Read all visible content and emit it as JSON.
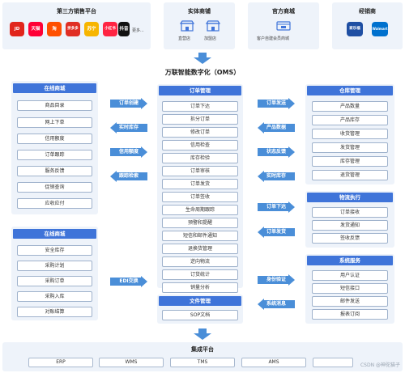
{
  "top": {
    "third_party": {
      "title": "第三方销售平台",
      "logos": [
        "JD",
        "天猫",
        "淘",
        "拼多多",
        "苏宁",
        "小红书",
        "抖音"
      ],
      "more": "更多..."
    },
    "physical": {
      "title": "实体商铺",
      "items": [
        "直营店",
        "加盟店"
      ]
    },
    "official": {
      "title": "官方商城",
      "items": [
        "客户自建会员商城"
      ]
    },
    "distributor": {
      "title": "经销商",
      "logos": [
        "家乐福",
        "Walmart"
      ]
    }
  },
  "oms_title": "万联智能数字化（OMS）",
  "left": {
    "mall": {
      "title": "在线商城",
      "items": [
        "商品目录",
        "网上下单",
        "信用额度",
        "订单跟踪",
        "服务反馈",
        "促销查询",
        "应收应付"
      ]
    },
    "purchase": {
      "title": "在线商城",
      "items": [
        "安全库存",
        "采购计划",
        "采购订单",
        "采购入库",
        "对账结算"
      ]
    }
  },
  "center": {
    "orders": {
      "title": "订单管理",
      "items": [
        "订单下达",
        "拆分订单",
        "修改订单",
        "信用检查",
        "库存检验",
        "订单审核",
        "订单发货",
        "订单签收",
        "生命周期跟踪",
        "预警和提醒",
        "短信和邮件通知",
        "退换货管理",
        "逆向物流",
        "订货统计",
        "销量分析"
      ]
    },
    "docs": {
      "title": "文件管理",
      "items": [
        "SOP文档"
      ]
    }
  },
  "right": {
    "warehouse": {
      "title": "仓库管理",
      "items": [
        "产品数量",
        "产品库存",
        "收货管理",
        "发货管理",
        "库存管理",
        "退货管理"
      ]
    },
    "logistics": {
      "title": "物流执行",
      "items": [
        "订单接收",
        "发货通知",
        "签收反馈"
      ]
    },
    "system": {
      "title": "系统服务",
      "items": [
        "用户认证",
        "短信接口",
        "邮件发送",
        "报表订阅"
      ]
    }
  },
  "arrows": {
    "left_to_center": [
      "订单创建",
      "信用额度",
      "EDI交换"
    ],
    "center_to_left": [
      "实时库存",
      "跟踪检索"
    ],
    "center_to_right": [
      "订单发送",
      "状态反馈",
      "订单下达",
      "身份验证"
    ],
    "right_to_center": [
      "产品数据",
      "实时库存",
      "订单发货",
      "系统消息"
    ]
  },
  "integration": {
    "title": "集成平台",
    "items": [
      "ERP",
      "WMS",
      "TMS",
      "AMS"
    ],
    "watermark": "CSDN @神驼猫子"
  },
  "colors": {
    "header": "#3f74d9",
    "arrow": "#4a8ed8",
    "panel": "#eef3fa",
    "item_border": "#9fb2cc"
  }
}
